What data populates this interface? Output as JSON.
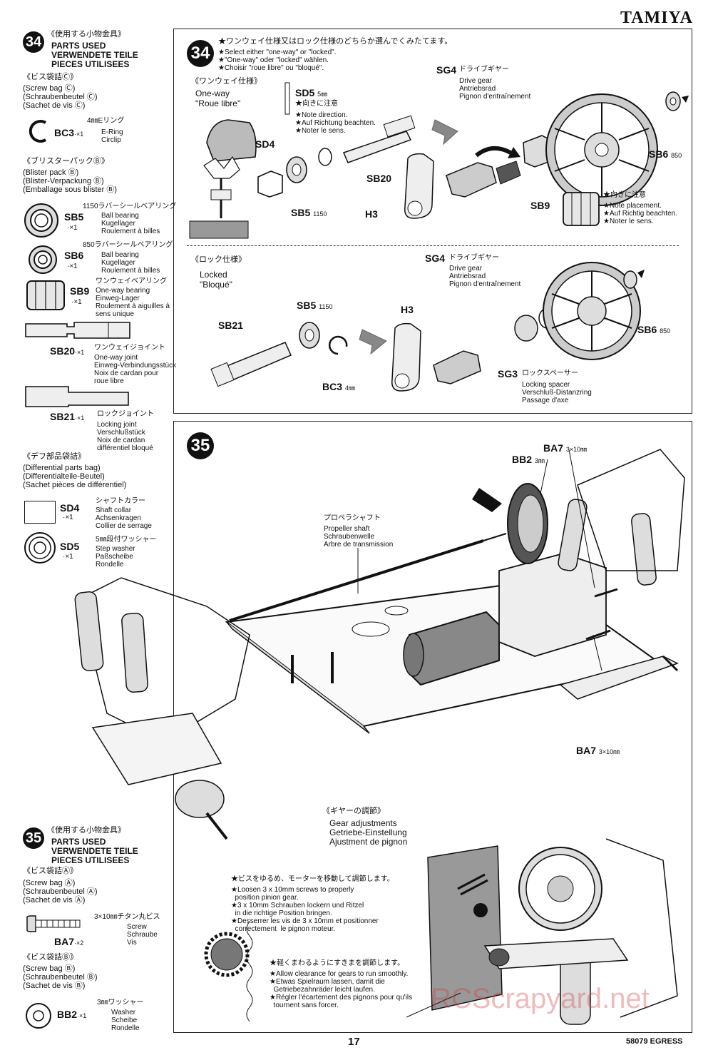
{
  "brand": "TAMIYA",
  "page_number": "17",
  "footer_code": "58079 EGRESS",
  "watermark": "RCScrapyard.net",
  "sidebar_34": {
    "step": "34",
    "header_jp": "《使用する小物金具》",
    "header_lines": [
      "PARTS USED",
      "VERWENDETE TEILE",
      "PIECES UTILISEES"
    ],
    "bag_c_jp": "《ビス袋詰Ⓒ》",
    "bag_c_lines": [
      "(Screw bag Ⓒ)",
      "(Schraubenbeutel Ⓒ)",
      "(Sachet de vis Ⓒ)"
    ],
    "bc3": {
      "jp": "4㎜Eリング",
      "code": "BC3",
      "qty": "·×1",
      "names": [
        "E-Ring",
        "Circlip"
      ]
    },
    "blister_jp": "《ブリスターパックⒷ》",
    "blister_lines": [
      "(Blister pack Ⓑ)",
      "(Blister-Verpackung Ⓑ)",
      "(Emballage sous blister Ⓑ)"
    ],
    "sb5": {
      "jp": "1150ラバーシールベアリング",
      "code": "SB5",
      "qty": "·×1",
      "names": [
        "Ball bearing",
        "Kugellager",
        "Roulement à billes"
      ]
    },
    "sb6": {
      "jp": "850ラバーシールベアリング",
      "code": "SB6",
      "qty": "·×1",
      "names": [
        "Ball bearing",
        "Kugellager",
        "Roulement à billes"
      ]
    },
    "sb9": {
      "jp": "ワンウェイベアリング",
      "code": "SB9",
      "qty": "·×1",
      "names": [
        "One-way bearing",
        "Einweg-Lager",
        "Roulement à aiguilles à",
        "sens unique"
      ]
    },
    "sb20": {
      "jp": "ワンウェイジョイント",
      "code": "SB20",
      "qty": "·×1",
      "names": [
        "One-way joint",
        "Einweg-Verbindungsstück",
        "Noix de cardan pour",
        "roue libre"
      ]
    },
    "sb21": {
      "jp": "ロックジョイント",
      "code": "SB21",
      "qty": "·×1",
      "names": [
        "Locking joint",
        "Verschlußstück",
        "Noix de cardan",
        "différentiel bloqué"
      ]
    },
    "diff_jp": "《デフ部品袋詰》",
    "diff_lines": [
      "(Differential parts bag)",
      "(Differentialteile-Beutel)",
      "(Sachet pièces de différentiel)"
    ],
    "sd4": {
      "jp": "シャフトカラー",
      "code": "SD4",
      "qty": "·×1",
      "names": [
        "Shaft collar",
        "Achsenkragen",
        "Collier de serrage"
      ]
    },
    "sd5": {
      "jp": "5㎜段付ワッシャー",
      "code": "SD5",
      "qty": "·×1",
      "names": [
        "Step washer",
        "Paßscheibe",
        "Rondelle"
      ]
    }
  },
  "sidebar_35": {
    "step": "35",
    "header_jp": "《使用する小物金具》",
    "header_lines": [
      "PARTS USED",
      "VERWENDETE TEILE",
      "PIECES UTILISEES"
    ],
    "bag_a_jp": "《ビス袋詰Ⓐ》",
    "bag_a_lines": [
      "(Screw bag Ⓐ)",
      "(Schraubenbeutel Ⓐ)",
      "(Sachet de vis Ⓐ)"
    ],
    "ba7": {
      "jp": "3×10㎜チタン丸ビス",
      "code": "BA7",
      "qty": "·×2",
      "names": [
        "Screw",
        "Schraube",
        "Vis"
      ]
    },
    "bag_b_jp": "《ビス袋詰Ⓑ》",
    "bag_b_lines": [
      "(Screw bag Ⓑ)",
      "(Schraubenbeutel Ⓑ)",
      "(Sachet de vis Ⓑ)"
    ],
    "bb2": {
      "jp": "3㎜ワッシャー",
      "code": "BB2",
      "qty": "·×1",
      "names": [
        "Washer",
        "Scheibe",
        "Rondelle"
      ]
    }
  },
  "step34": {
    "step": "34",
    "instruction_jp": "★ワンウェイ仕様又はロック仕様のどちらか選んでくみたてます。",
    "instruction_lines": [
      "★Select either \"one-way\" or \"locked\".",
      "★\"One-way\" oder \"locked\" wählen.",
      "★Choisir \"roue libre\" ou \"bloqué\"."
    ],
    "oneway_jp": "《ワンウェイ仕様》",
    "oneway_lines": [
      "One-way",
      "\"Roue libre\""
    ],
    "locked_jp": "《ロック仕様》",
    "locked_lines": [
      "Locked",
      "\"Bloqué\""
    ],
    "sd5_label": "SD5",
    "sd5_size": "5㎜",
    "direction_jp": "★向きに注意",
    "direction_lines": [
      "★Note direction.",
      "★Auf Richtung beachten.",
      "★Noter le sens."
    ],
    "placement_jp": "★向きに注意",
    "placement_lines": [
      "★Note placement.",
      "★Auf Richtig beachten.",
      "★Noter le sens."
    ],
    "sg4_jp": "ドライブギヤー",
    "sg4_lines": [
      "Drive gear",
      "Antriebsrad",
      "Pignon d'entraînement"
    ],
    "sg3_jp": "ロックスペーサー",
    "sg3_lines": [
      "Locking spacer",
      "Verschluß-Distanzring",
      "Passage d'axe"
    ],
    "labels": {
      "sg4": "SG4",
      "sb6": "SB6",
      "sb6_size": "850",
      "sd4": "SD4",
      "sb20": "SB20",
      "sb5": "SB5",
      "sb5_size": "1150",
      "h3": "H3",
      "sb9": "SB9",
      "sb21": "SB21",
      "bc3": "BC3",
      "bc3_size": "4㎜",
      "sg3": "SG3"
    }
  },
  "step35": {
    "step": "35",
    "ba7_top": "BA7",
    "ba7_size": "3×10㎜",
    "bb2": "BB2",
    "bb2_size": "3㎜",
    "propeller_jp": "プロペラシャフト",
    "propeller_lines": [
      "Propeller shaft",
      "Schraubenwelle",
      "Arbre de transmission"
    ],
    "ba7_bottom": "BA7",
    "ba7_bottom_size": "3×10㎜",
    "gear_adj_jp": "《ギヤーの調節》",
    "gear_adj_lines": [
      "Gear adjustments",
      "Getriebe-Einstellung",
      "Ajustment de pignon"
    ],
    "loosen_jp": "★ビスをゆるめ、モーターを移動して調節します。",
    "loosen_lines": [
      "★Loosen 3 x 10mm screws to properly",
      "  position pinion gear.",
      "★3 x 10mm Schrauben lockern und Ritzel",
      "  in die richtige Position bringen.",
      "★Desserrer les vis de 3 x 10mm et positionner",
      "  correctement  le pignon moteur."
    ],
    "clearance_jp": "★軽くまわるようにすきまを調節します。",
    "clearance_lines": [
      "★Allow clearance for gears to run smoothly.",
      "★Etwas Spielraum lassen, damit die",
      "  Getriebezahnräder leicht laufen.",
      "★Régler l'écartement des pignons pour qu'ils",
      "  tournent sans forcer."
    ]
  }
}
